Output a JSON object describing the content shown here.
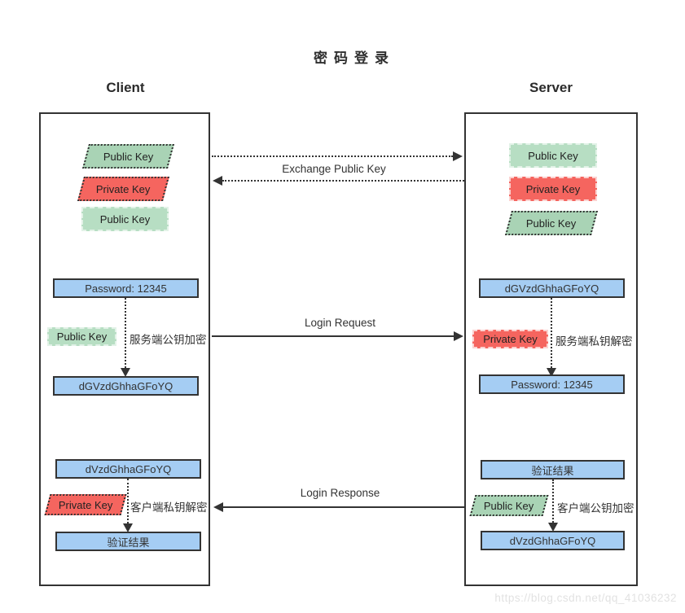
{
  "title": "密码登录",
  "watermark": "https://blog.csdn.net/qq_41036232",
  "colors": {
    "blue_fill": "#a5cdf3",
    "green_fill": "#a9d3b5",
    "green_fill_light": "#b7dec3",
    "red_fill": "#f5655f",
    "line_dark": "#333333",
    "watermark_gray": "#e2e2e2"
  },
  "client": {
    "heading": "Client",
    "top_keys": {
      "exchanged_public": "Public Key",
      "private": "Private Key",
      "own_public": "Public Key"
    },
    "login": {
      "plain": "Password: 12345",
      "key_label": "Public Key",
      "note": "服务端公钥加密",
      "cipher": "dGVzdGhhaGFoYQ"
    },
    "response": {
      "cipher": "dVzdGhhaGFoYQ",
      "key_label": "Private Key",
      "note": "客户端私钥解密",
      "result": "验证结果"
    }
  },
  "server": {
    "heading": "Server",
    "top_keys": {
      "own_public": "Public Key",
      "private": "Private Key",
      "exchanged_public": "Public Key"
    },
    "login": {
      "cipher": "dGVzdGhhaGFoYQ",
      "key_label": "Private Key",
      "note": "服务端私钥解密",
      "plain": "Password: 12345"
    },
    "response": {
      "result": "验证结果",
      "key_label": "Public Key",
      "note": "客户端公钥加密",
      "cipher": "dVzdGhhaGFoYQ"
    }
  },
  "arrows": {
    "exchange_label": "Exchange Public Key",
    "request_label": "Login Request",
    "response_label": "Login Response"
  }
}
